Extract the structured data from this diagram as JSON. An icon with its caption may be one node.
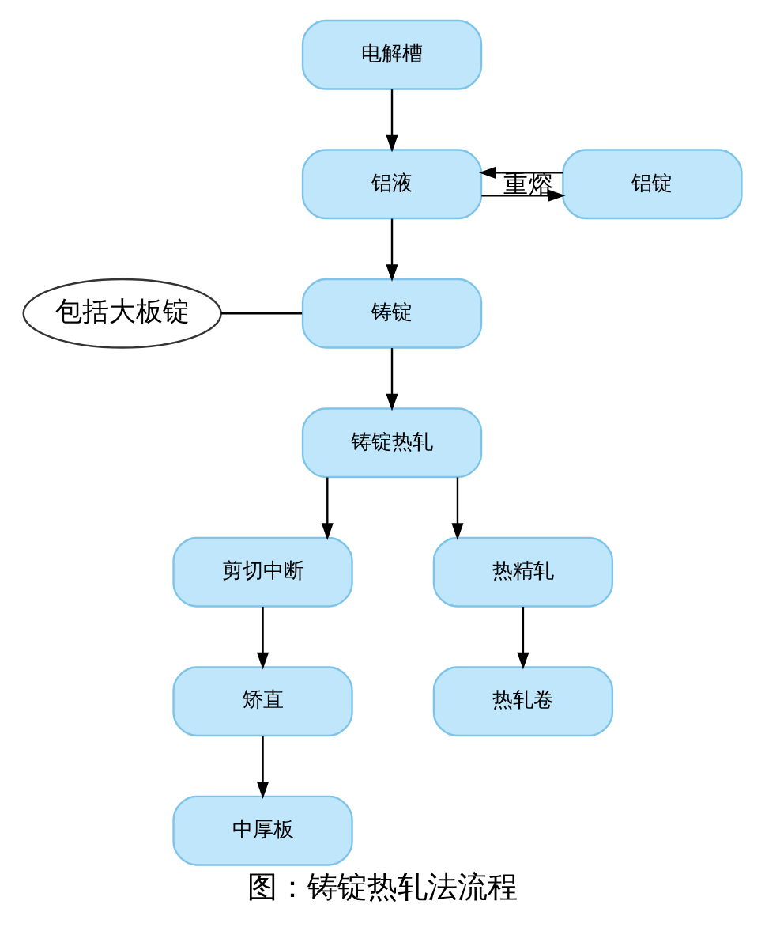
{
  "diagram": {
    "caption": "图：铸锭热轧法流程",
    "nodes": [
      {
        "text": [
          "电解槽"
        ]
      },
      {
        "text": [
          "铝锭"
        ]
      },
      {
        "text": [
          "铝液"
        ]
      },
      {
        "text": [
          "铸锭"
        ]
      },
      {
        "text": [
          "包括大板锭"
        ]
      },
      {
        "text": [
          "铸锭热轧"
        ]
      },
      {
        "text": [
          "剪切中断"
        ]
      },
      {
        "text": [
          "矫直"
        ]
      },
      {
        "text": [
          "中厚板"
        ]
      },
      {
        "text": [
          "热精轧"
        ]
      },
      {
        "text": [
          "热轧卷"
        ]
      }
    ],
    "edges": [
      {
        "from": 0,
        "to": 2,
        "arrow": "to"
      },
      {
        "from": 1,
        "to": 2,
        "arrow": "to",
        "label": "重熔"
      },
      {
        "from": 2,
        "to": 1,
        "arrow": "to"
      },
      {
        "from": 2,
        "to": 3,
        "arrow": "to"
      },
      {
        "from": 4,
        "to": 3,
        "arrow": "none"
      },
      {
        "from": 3,
        "to": 5,
        "arrow": "to"
      },
      {
        "from": 5,
        "to": 6,
        "arrow": "to"
      },
      {
        "from": 5,
        "to": 9,
        "arrow": "to"
      },
      {
        "from": 6,
        "to": 7,
        "arrow": "to"
      },
      {
        "from": 7,
        "to": 8,
        "arrow": "to"
      },
      {
        "from": 9,
        "to": 10,
        "arrow": "to"
      }
    ]
  }
}
